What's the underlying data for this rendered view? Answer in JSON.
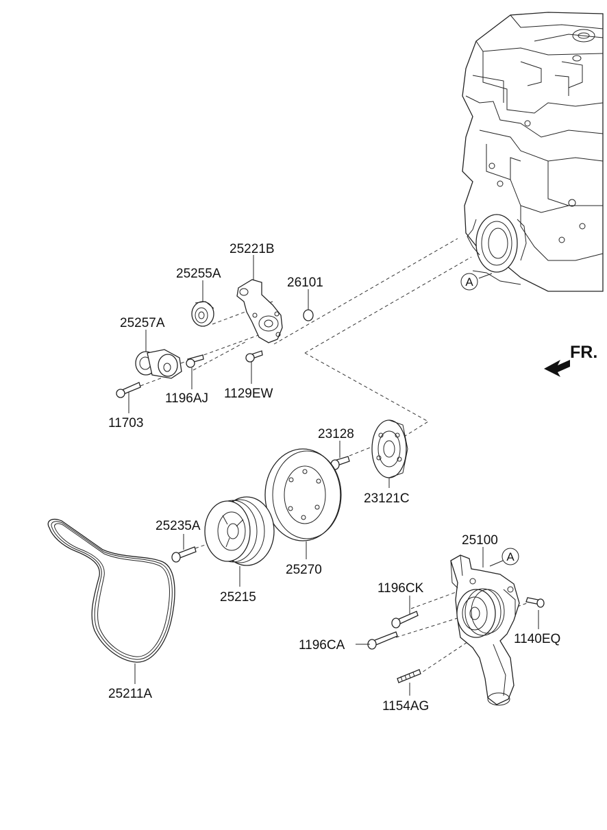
{
  "direction_indicator": {
    "label": "FR.",
    "icon": "front-arrow-icon"
  },
  "reference_marks": [
    {
      "id": "ref-engine",
      "letter": "A"
    },
    {
      "id": "ref-water-pump",
      "letter": "A"
    }
  ],
  "part_labels": {
    "p25221B": "25221B",
    "p25255A": "25255A",
    "p26101": "26101",
    "p25257A": "25257A",
    "p1196AJ": "1196AJ",
    "p1129EW": "1129EW",
    "p11703": "11703",
    "p23128": "23128",
    "p23121C": "23121C",
    "p25235A": "25235A",
    "p25270": "25270",
    "p25215": "25215",
    "p25211A": "25211A",
    "p25100": "25100",
    "p1196CK": "1196CK",
    "p1196CA": "1196CA",
    "p1140EQ": "1140EQ",
    "p1154AG": "1154AG"
  },
  "colors": {
    "line": "#222222",
    "background": "#ffffff"
  }
}
